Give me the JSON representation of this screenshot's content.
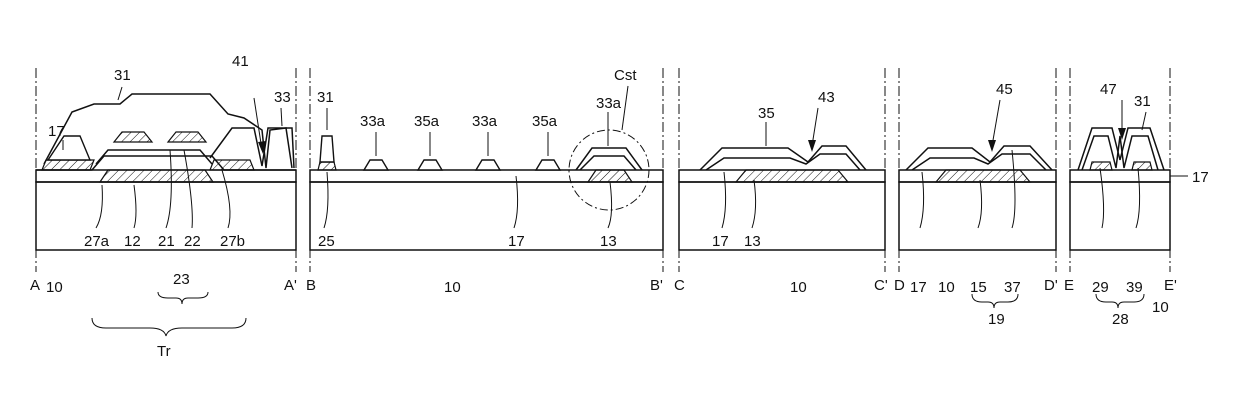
{
  "section_marks": [
    "A",
    "A'",
    "B",
    "B'",
    "C",
    "C'",
    "D",
    "D'",
    "E",
    "E'"
  ],
  "labels": {
    "l31a": "31",
    "l41": "41",
    "l33": "33",
    "l17a": "17",
    "l10a": "10",
    "l27a": "27a",
    "l12": "12",
    "l21": "21",
    "l22": "22",
    "l27b": "27b",
    "l23": "23",
    "lTr": "Tr",
    "l31b": "31",
    "l33a1": "33a",
    "l35a1": "35a",
    "l33a2": "33a",
    "l35a2": "35a",
    "l33a3": "33a",
    "lCst": "Cst",
    "l25": "25",
    "l10b": "10",
    "l17b": "17",
    "l13a": "13",
    "l35": "35",
    "l43": "43",
    "l17c": "17",
    "l13b": "13",
    "l10c": "10",
    "l45": "45",
    "l17d": "17",
    "l10d": "10",
    "l15": "15",
    "l37": "37",
    "l19": "19",
    "l47": "47",
    "l31c": "31",
    "l17e": "17",
    "l29": "29",
    "l39": "39",
    "l28": "28",
    "l10e": "10"
  }
}
